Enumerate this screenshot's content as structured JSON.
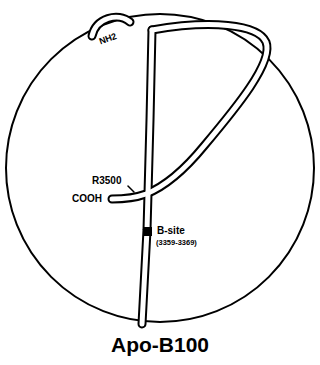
{
  "diagram": {
    "caption": "Apo-B100",
    "labels": [
      "NH2",
      "R3500",
      "COOH",
      "B-site",
      "(3359-3369)"
    ]
  }
}
